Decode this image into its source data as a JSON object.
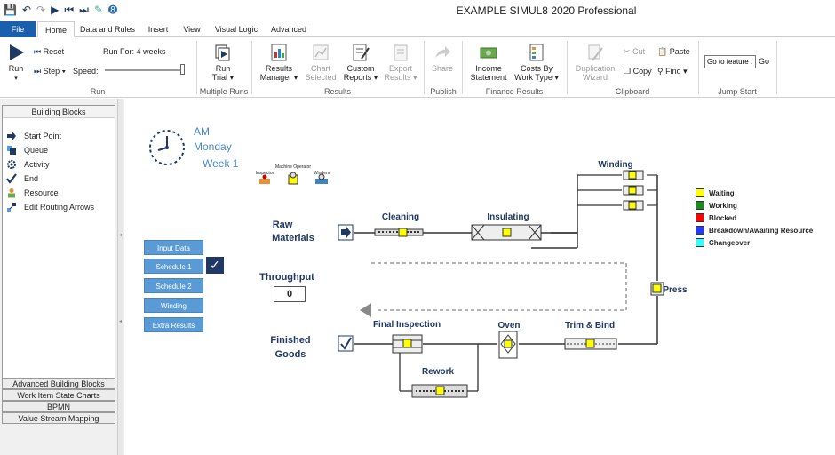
{
  "window": {
    "title": "EXAMPLE   SIMUL8 2020 Professional"
  },
  "tabs": [
    "File",
    "Home",
    "Data and Rules",
    "Insert",
    "View",
    "Visual Logic",
    "Advanced"
  ],
  "ribbon": {
    "run": {
      "run": "Run",
      "reset": "Reset",
      "step": "Step",
      "speed": "Speed:",
      "run_for": "Run For: 4 weeks",
      "group": "Run",
      "speed_level": 0.95
    },
    "multiple_runs": {
      "trial": "Run",
      "trial2": "Trial",
      "group": "Multiple Runs"
    },
    "results": {
      "manager": "Results",
      "manager2": "Manager",
      "chart": "Chart",
      "chart2": "Selected",
      "custom": "Custom",
      "custom2": "Reports",
      "export": "Export",
      "export2": "Results",
      "group": "Results"
    },
    "publish": {
      "share": "Share",
      "group": "Publish"
    },
    "finance": {
      "income": "Income",
      "income2": "Statement",
      "costs": "Costs By",
      "costs2": "Work Type",
      "group": "Finance Results"
    },
    "clipboard": {
      "dup": "Duplication",
      "dup2": "Wizard",
      "cut": "Cut",
      "copy": "Copy",
      "paste": "Paste",
      "find": "Find",
      "group": "Clipboard"
    },
    "jump": {
      "input": "Go to feature .",
      "go": "Go",
      "group": "Jump Start"
    }
  },
  "building_blocks": {
    "header": "Building Blocks",
    "items": [
      "Start Point",
      "Queue",
      "Activity",
      "End",
      "Resource",
      "Edit Routing Arrows"
    ],
    "tabs": [
      "Advanced Building Blocks",
      "Work Item State Charts",
      "BPMN",
      "Value Stream Mapping"
    ]
  },
  "clock": {
    "ampm": "AM",
    "day": "Monday",
    "week": "Week 1"
  },
  "nav_buttons": [
    "Input Data",
    "Schedule 1",
    "Schedule 2",
    "Winding",
    "Extra Results"
  ],
  "check_mark": "✓",
  "resources": [
    "Inspector",
    "Machine Operator",
    "Winders"
  ],
  "model": {
    "raw1": "Raw",
    "raw2": "Materials",
    "cleaning": "Cleaning",
    "insulating": "Insulating",
    "winding": "Winding",
    "press": "Press",
    "throughput_label": "Throughput",
    "throughput_value": "0",
    "finished1": "Finished",
    "finished2": "Goods",
    "final_inspection": "Final Inspection",
    "oven": "Oven",
    "trim_bind": "Trim & Bind",
    "rework": "Rework"
  },
  "legend": [
    {
      "label": "Waiting",
      "color": "#ffff00"
    },
    {
      "label": "Working",
      "color": "#1a8a1a"
    },
    {
      "label": "Blocked",
      "color": "#ff0000"
    },
    {
      "label": "Breakdown/Awaiting Resource",
      "color": "#1f3bff"
    },
    {
      "label": "Changeover",
      "color": "#33ffff"
    }
  ]
}
